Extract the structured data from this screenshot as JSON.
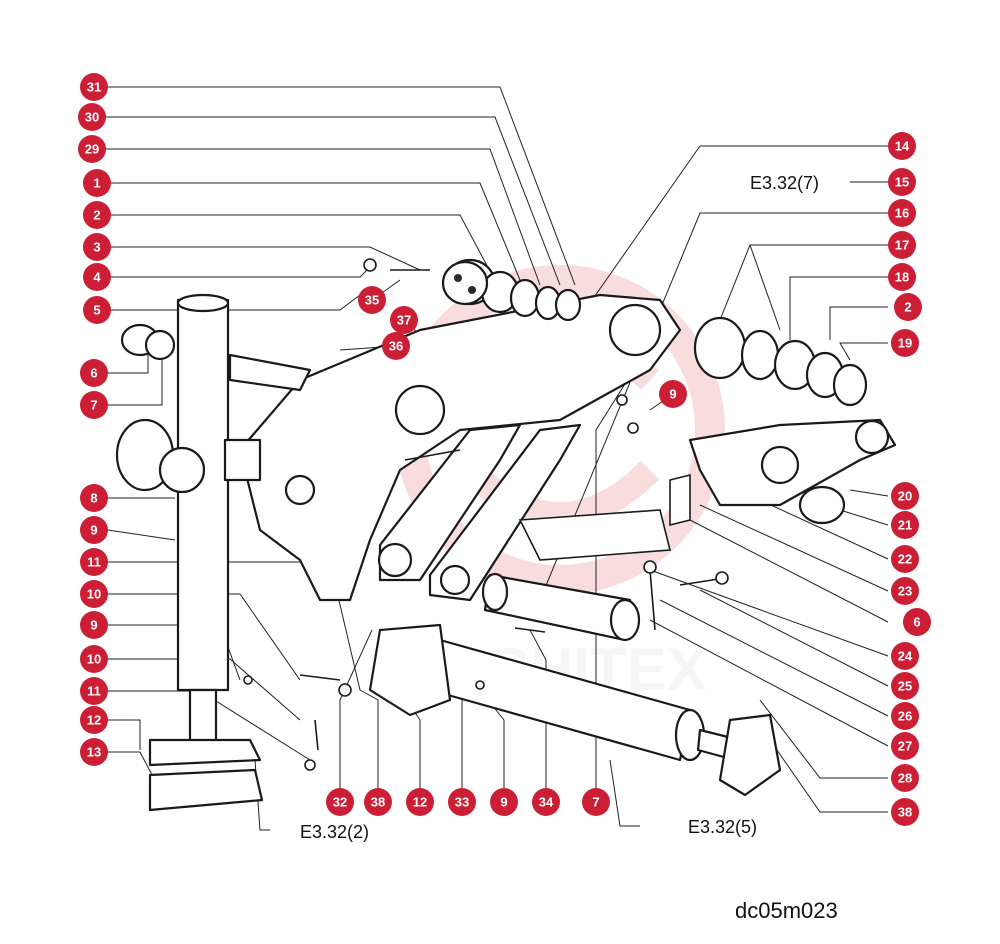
{
  "drawing_code": "dc05m023",
  "watermark_text": "SHITEX",
  "colors": {
    "callout": "#cc1f36",
    "line": "#222222",
    "watermark": "#f0a0a0"
  },
  "callouts_left": [
    "31",
    "30",
    "29",
    "1",
    "2",
    "3",
    "4",
    "5",
    "6",
    "7",
    "8",
    "9",
    "11",
    "10",
    "9",
    "10",
    "11",
    "12",
    "13"
  ],
  "callouts_right": [
    "14",
    "15",
    "16",
    "17",
    "18",
    "2",
    "19",
    "20",
    "21",
    "22",
    "23",
    "6",
    "24",
    "25",
    "26",
    "27",
    "28",
    "38"
  ],
  "callouts_inner": [
    "35",
    "37",
    "36",
    "9"
  ],
  "callouts_bottom": [
    "32",
    "38",
    "12",
    "33",
    "9",
    "34",
    "7"
  ],
  "reference_labels": [
    "E3.32(7)",
    "E3.32(2)",
    "E3.32(5)"
  ]
}
